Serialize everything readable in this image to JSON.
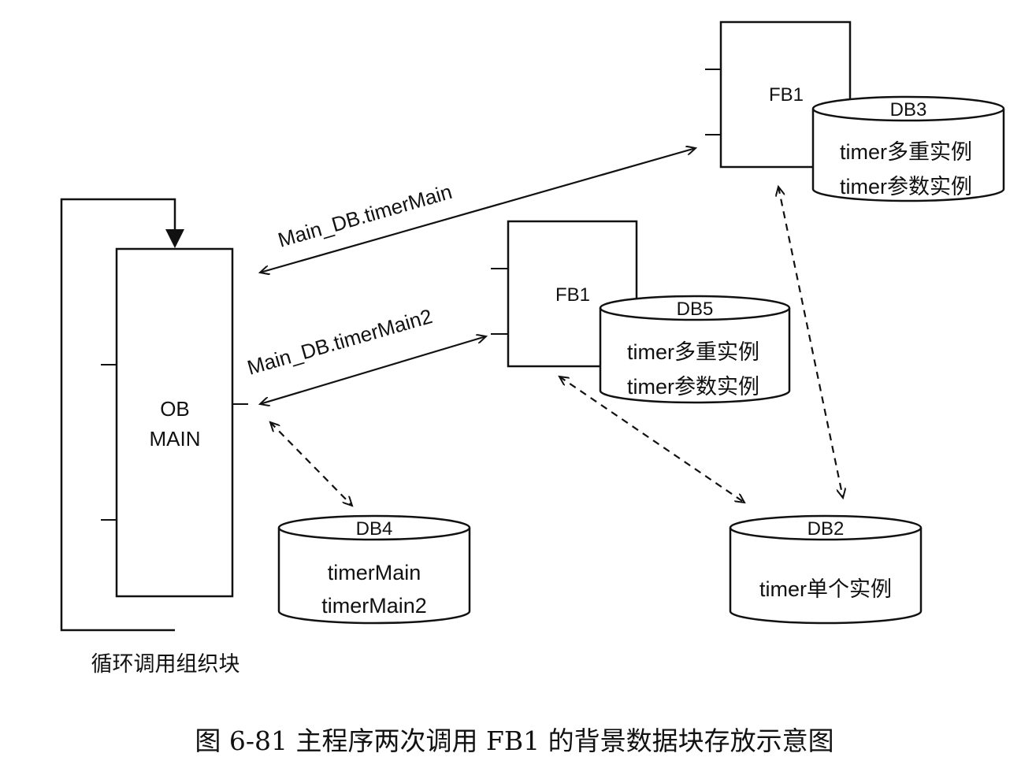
{
  "diagram": {
    "ob_main": {
      "line1": "OB",
      "line2": "MAIN"
    },
    "loop_label": "循环调用组织块",
    "fb_top": {
      "label": "FB1"
    },
    "fb_mid": {
      "label": "FB1"
    },
    "db3": {
      "title": "DB3",
      "line1": "timer多重实例",
      "line2": "timer参数实例"
    },
    "db5": {
      "title": "DB5",
      "line1": "timer多重实例",
      "line2": "timer参数实例"
    },
    "db4": {
      "title": "DB4",
      "line1": "timerMain",
      "line2": "timerMain2"
    },
    "db2": {
      "title": "DB2",
      "line1": "timer单个实例"
    },
    "arrow_top_label": "Main_DB.timerMain",
    "arrow_mid_label": "Main_DB.timerMain2",
    "caption": "图 6-81  主程序两次调用 FB1 的背景数据块存放示意图"
  }
}
